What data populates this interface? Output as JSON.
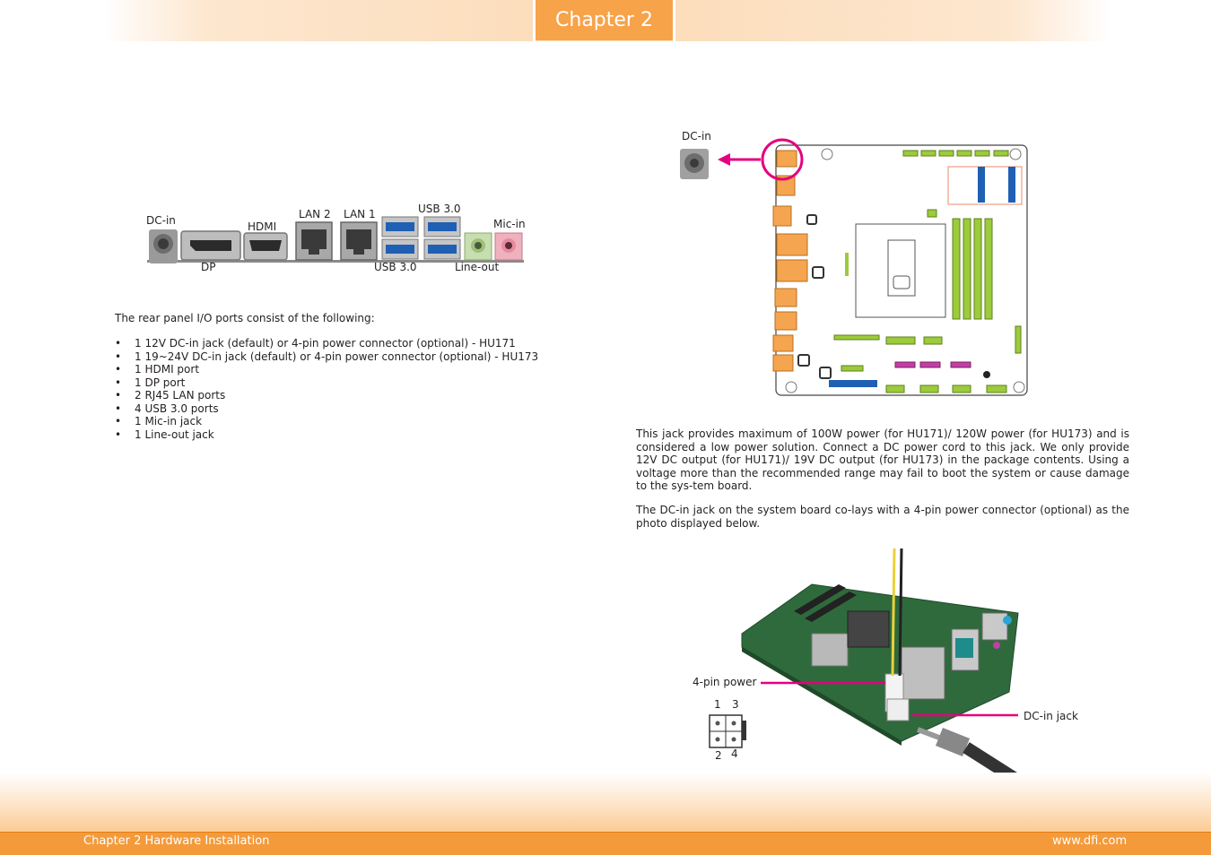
{
  "header": {
    "chapter_tab": "Chapter 2"
  },
  "rear_panel": {
    "labels": {
      "dc_in": "DC-in",
      "hdmi": "HDMI",
      "lan2": "LAN 2",
      "lan1": "LAN 1",
      "usb_top": "USB 3.0",
      "mic_in": "Mic-in",
      "dp": "DP",
      "usb_bottom": "USB 3.0",
      "line_out": "Line-out"
    },
    "intro": "The rear panel I/O ports consist of the following:",
    "ports": [
      "1 12V DC-in jack (default) or 4-pin power connector (optional) - HU171",
      "1 19~24V DC-in jack (default) or 4-pin power connector (optional) - HU173",
      "1 HDMI port",
      "1 DP port",
      "2 RJ45 LAN ports",
      "4 USB 3.0 ports",
      "1 Mic-in jack",
      "1 Line-out jack"
    ]
  },
  "board_diagram": {
    "dc_in_label": "DC-in",
    "highlight_color": "#e4007f"
  },
  "dc_in_section": {
    "para1": "This jack provides maximum of 100W power (for HU171)/ 120W power (for HU173) and is considered a low power solution. Connect a DC power cord to this jack. We only provide 12V DC output (for HU171)/ 19V DC output (for HU173) in the package contents. Using a voltage more than the recommended range may fail to boot the system or cause damage to the sys-tem board.",
    "para2": "The DC-in jack on the system board co-lays with a 4-pin power connector (optional) as the photo displayed below."
  },
  "photo": {
    "label_4pin": "4-pin power",
    "label_dcjack": "DC-in jack",
    "pin_numbers": {
      "p1": "1",
      "p3": "3",
      "p2": "2",
      "p4": "4"
    }
  },
  "footer": {
    "left": "Chapter 2 Hardware Installation",
    "right": "www.dfi.com"
  },
  "colors": {
    "accent_orange": "#f7a34a",
    "board_green": "#9ccb3b",
    "pointer_magenta": "#e4007f"
  }
}
